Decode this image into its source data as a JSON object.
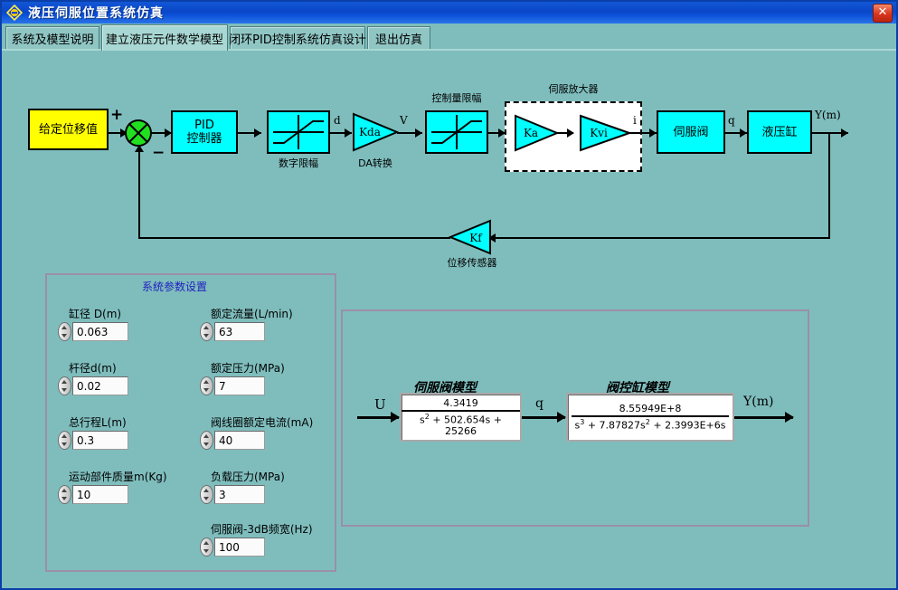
{
  "window": {
    "title": "液压伺服位置系统仿真",
    "icon": "app-diamond-icon",
    "close_label": "✕"
  },
  "tabs": [
    {
      "label": "系统及模型说明",
      "active": false
    },
    {
      "label": "建立液压元件数学模型",
      "active": true
    },
    {
      "label": "闭环PID控制系统仿真设计",
      "active": false
    },
    {
      "label": "退出仿真",
      "active": false
    }
  ],
  "diagram": {
    "blocks": {
      "setpoint": "给定位移值",
      "pid": "PID\n控制器",
      "pid_line1": "PID",
      "pid_line2": "控制器",
      "digital_limiter_caption": "数字限幅",
      "da_gain": "Kda",
      "da_caption": "DA转换",
      "control_limiter_caption": "控制量限幅",
      "amp_caption": "伺服放大器",
      "amp_gain_1": "Ka",
      "amp_gain_2": "Kvi",
      "servo_valve": "伺服阀",
      "hydraulic_cylinder": "液压缸",
      "feedback_gain": "Kf",
      "feedback_caption": "位移传感器"
    },
    "signals": {
      "plus": "+",
      "minus": "−",
      "d": "d",
      "v": "V",
      "i": "i",
      "q": "q",
      "y": "Y(m)"
    }
  },
  "params": {
    "group_title": "系统参数设置",
    "fields": [
      {
        "label": "缸径 D(m)",
        "value": "0.063",
        "col": 0,
        "row": 0
      },
      {
        "label": "杆径d(m)",
        "value": "0.02",
        "col": 0,
        "row": 1
      },
      {
        "label": "总行程L(m)",
        "value": "0.3",
        "col": 0,
        "row": 2
      },
      {
        "label": "运动部件质量m(Kg)",
        "value": "10",
        "col": 0,
        "row": 3
      },
      {
        "label": "额定流量(L/min)",
        "value": "63",
        "col": 1,
        "row": 0
      },
      {
        "label": "额定压力(MPa)",
        "value": "7",
        "col": 1,
        "row": 1
      },
      {
        "label": "阀线圈额定电流(mA)",
        "value": "40",
        "col": 1,
        "row": 2
      },
      {
        "label": "负载压力(MPa)",
        "value": "3",
        "col": 1,
        "row": 3
      },
      {
        "label": "伺服阀-3dB频宽(Hz)",
        "value": "100",
        "col": 1,
        "row": 4
      }
    ]
  },
  "models": {
    "servo_valve": {
      "caption": "伺服阀模型",
      "numerator": "4.3419",
      "denominator_parts": [
        "s",
        "2",
        " + 502.654s + 25266"
      ],
      "denominator_text": "s2 + 502.654s + 25266",
      "input_label": "U",
      "output_label": "q"
    },
    "valve_cylinder": {
      "caption": "阀控缸模型",
      "numerator": "8.55949E+8",
      "denominator_text": "s3 + 7.87827s2 + 2.3993E+6s",
      "den_a": "s",
      "den_a_sup": "3",
      "den_b": " + 7.87827s",
      "den_b_sup": "2",
      "den_c": " + 2.3993E+6s",
      "output_label": "Y(m)"
    }
  },
  "colors": {
    "window_bg": "#7fbdbd",
    "title_blue": "#0a46c8",
    "block_cyan": "#00ffff",
    "setpoint_yellow": "#ffff00",
    "sum_green": "#20e020",
    "group_border": "#9a8fa8",
    "group_title_text": "#2020c0",
    "tab_active": "#a9d8d4",
    "tab_inactive": "#8fc6c4"
  }
}
